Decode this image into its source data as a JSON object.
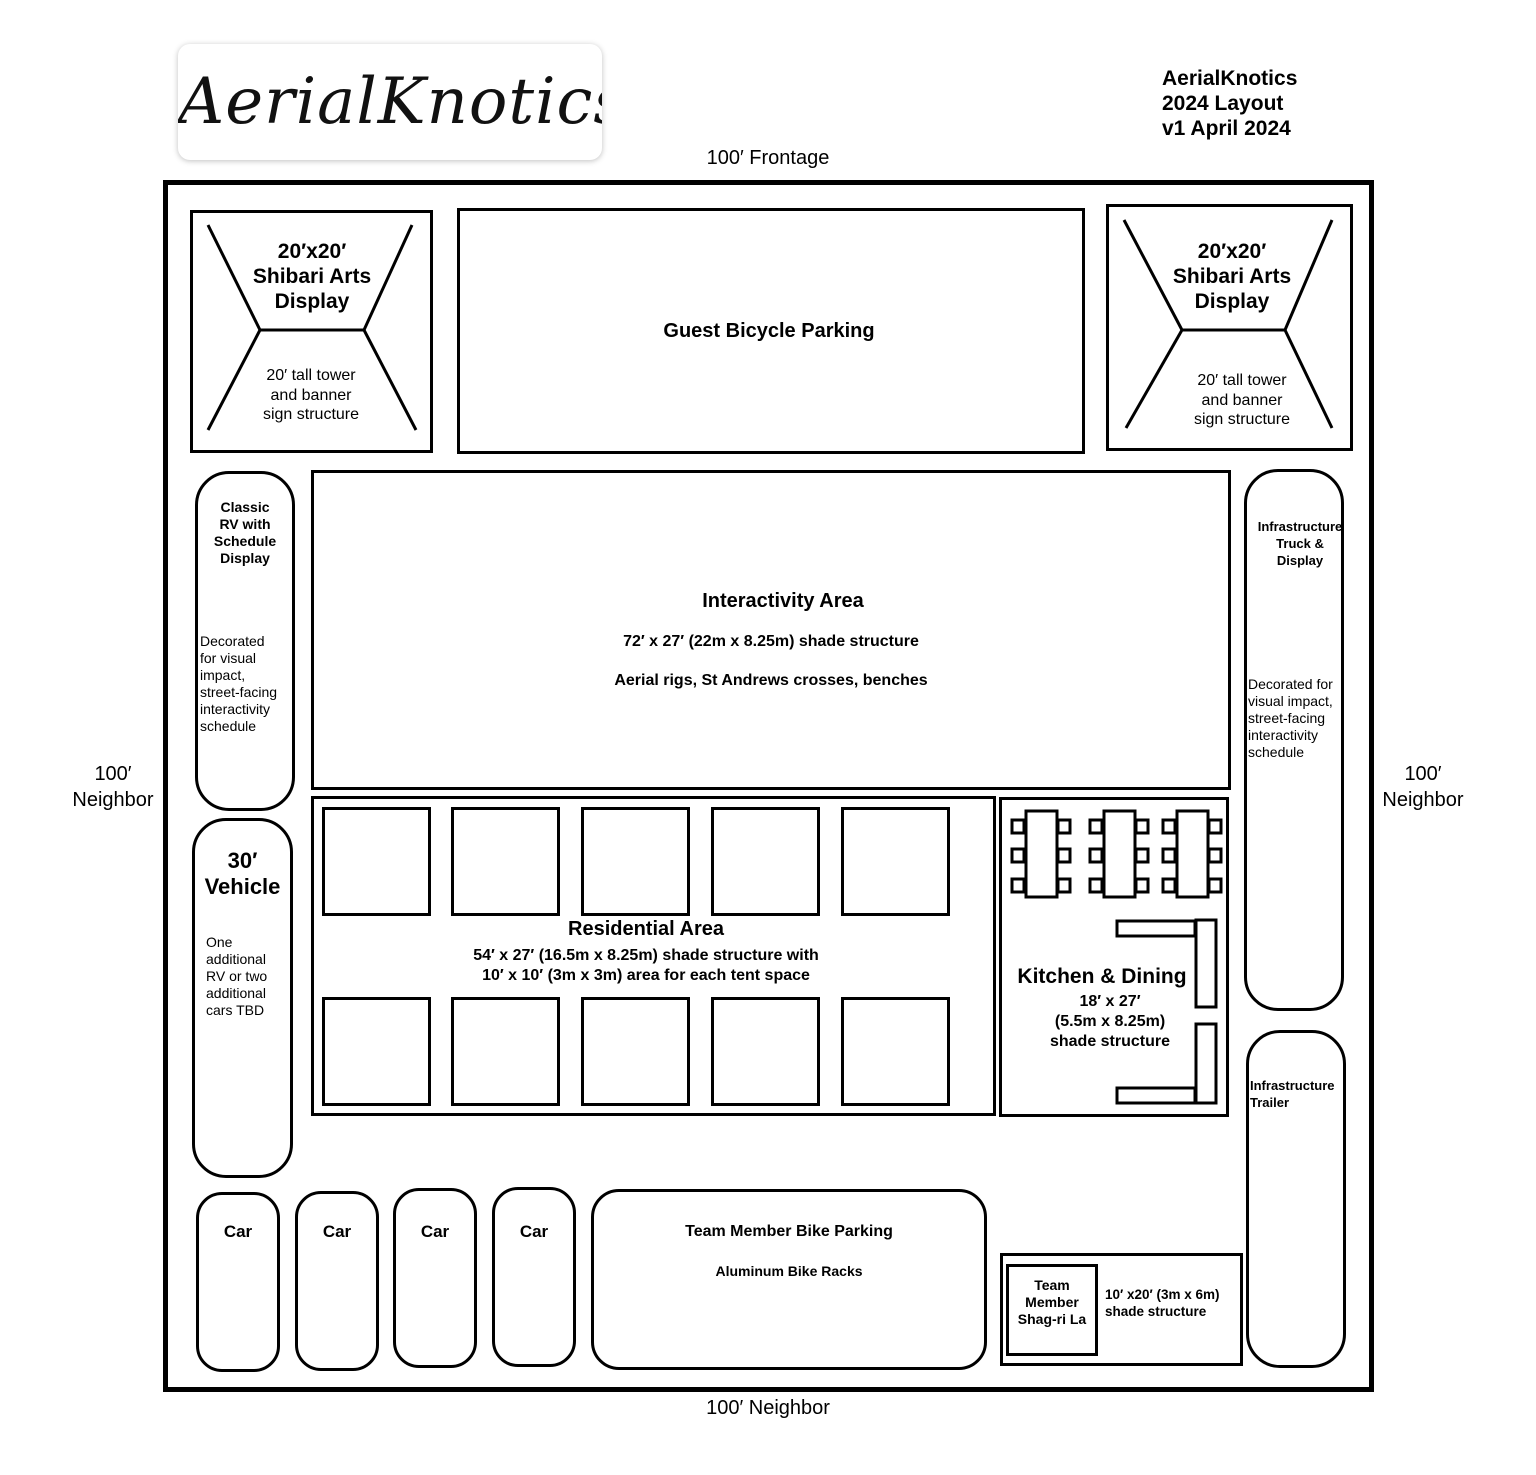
{
  "logo": {
    "text": "AerialKnotics"
  },
  "header": {
    "line1": "AerialKnotics",
    "line2": "2024 Layout",
    "line3": "v1 April 2024"
  },
  "borders": {
    "top": "100′ Frontage",
    "bottom": "100′ Neighbor",
    "left_line1": "100′",
    "left_line2": "Neighbor",
    "right_line1": "100′",
    "right_line2": "Neighbor"
  },
  "shibari_left": {
    "title1": "20′x20′",
    "title2": "Shibari Arts",
    "title3": "Display",
    "desc1": "20′ tall tower",
    "desc2": "and banner",
    "desc3": "sign structure"
  },
  "shibari_right": {
    "title1": "20′x20′",
    "title2": "Shibari Arts",
    "title3": "Display",
    "desc1": "20′ tall tower",
    "desc2": "and banner",
    "desc3": "sign structure"
  },
  "guest_bike": {
    "label": "Guest Bicycle Parking"
  },
  "classic_rv": {
    "title1": "Classic",
    "title2": "RV with",
    "title3": "Schedule",
    "title4": "Display",
    "desc1": "Decorated",
    "desc2": "for visual",
    "desc3": "impact,",
    "desc4": "street-facing",
    "desc5": "interactivity",
    "desc6": "schedule"
  },
  "interactivity": {
    "title": "Interactivity Area",
    "size": "72′ x 27′ (22m x 8.25m) shade structure",
    "contents": "Aerial rigs, St Andrews crosses, benches"
  },
  "infra_truck": {
    "title1": "Infrastructure",
    "title2": "Truck &",
    "title3": "Display",
    "desc1": "Decorated for",
    "desc2": "visual impact,",
    "desc3": "street-facing",
    "desc4": "interactivity",
    "desc5": "schedule"
  },
  "vehicle": {
    "title1": "30′",
    "title2": "Vehicle",
    "desc1": "One",
    "desc2": "additional",
    "desc3": "RV or two",
    "desc4": "additional",
    "desc5": "cars TBD"
  },
  "residential": {
    "title": "Residential Area",
    "desc1": "54′ x 27′ (16.5m x 8.25m) shade structure with",
    "desc2": "10′ x 10′ (3m x 3m) area for each tent space"
  },
  "kitchen": {
    "title": "Kitchen & Dining",
    "desc1": "18′ x 27′",
    "desc2": "(5.5m x 8.25m)",
    "desc3": "shade structure"
  },
  "infra_trailer": {
    "title1": "Infrastructure",
    "title2": "Trailer"
  },
  "cars": [
    "Car",
    "Car",
    "Car",
    "Car"
  ],
  "team_bike": {
    "title": "Team Member Bike Parking",
    "desc": "Aluminum Bike Racks"
  },
  "shagrila": {
    "name1": "Team",
    "name2": "Member",
    "name3": "Shag-ri La",
    "desc1": "10′ x20′ (3m x 6m)",
    "desc2": "shade structure"
  }
}
